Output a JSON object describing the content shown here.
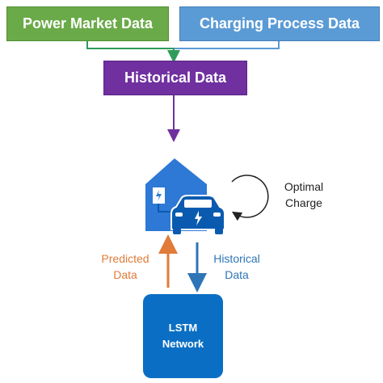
{
  "inputs": {
    "power_market": "Power Market Data",
    "charging_process": "Charging Process Data"
  },
  "historical_box": "Historical Data",
  "house_car_icon": "house-with-ev-charging-icon",
  "optimal_charge": {
    "line1": "Optimal",
    "line2": "Charge"
  },
  "upward_arrow_label": {
    "line1": "Predicted",
    "line2": "Data"
  },
  "downward_arrow_label": {
    "line1": "Historical",
    "line2": "Data"
  },
  "lstm": {
    "line1": "LSTM",
    "line2": "Network"
  },
  "colors": {
    "power_box": "#6aaa48",
    "charging_box": "#5b9bd5",
    "historical_box": "#7030a0",
    "house": "#2e78d6",
    "car": "#0a5bb0",
    "lstm_box": "#0a6fc4",
    "predicted_arrow": "#e07b39",
    "historical_arrow": "#2e75b6"
  }
}
